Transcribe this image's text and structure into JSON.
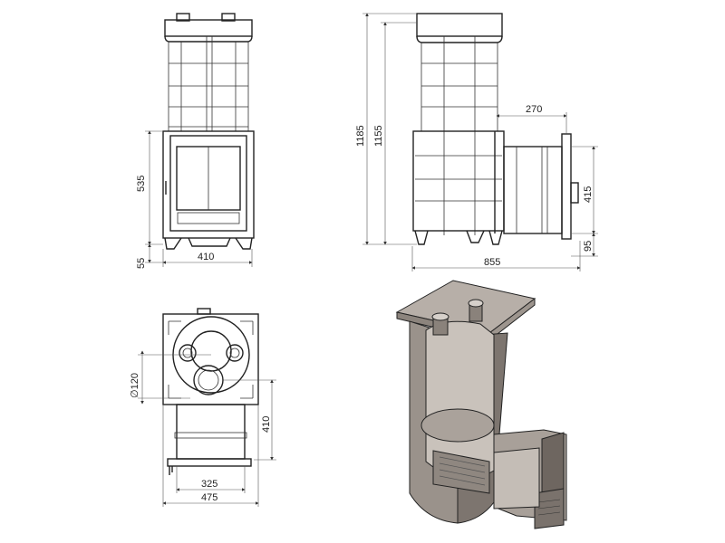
{
  "title": "Stove technical drawing",
  "front_view": {
    "dims": {
      "height_firebox": "535",
      "leg_height": "55",
      "width": "410"
    }
  },
  "side_view": {
    "dims": {
      "total_height": "1185",
      "body_height": "1155",
      "tunnel_length": "270",
      "tunnel_height": "415",
      "tunnel_base": "95",
      "total_depth": "855"
    }
  },
  "top_view": {
    "dims": {
      "flue_diameter": "∅120",
      "tunnel_length": "410",
      "tunnel_width": "325",
      "body_width": "475"
    }
  },
  "colors": {
    "line": "#222222",
    "section_fill": "#a39a92",
    "section_dark": "#6e6660"
  }
}
